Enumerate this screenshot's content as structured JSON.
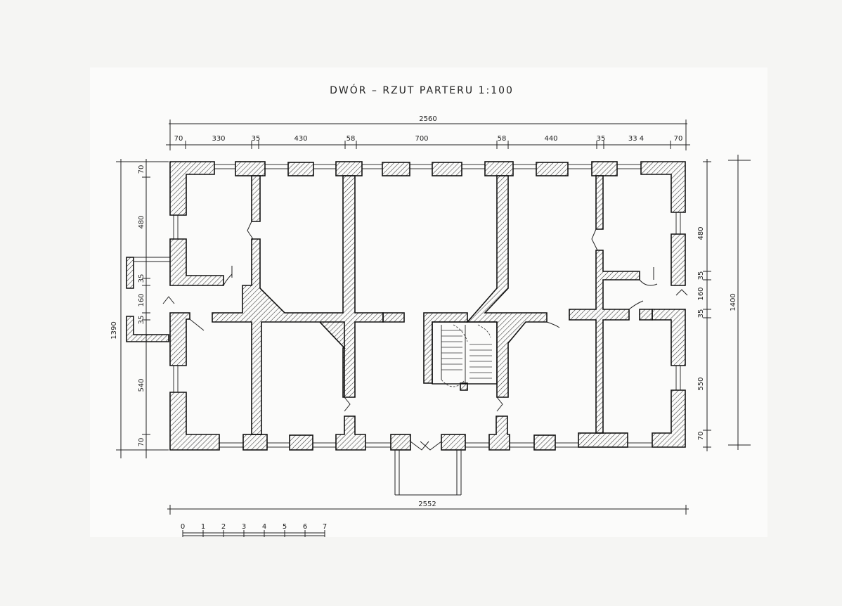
{
  "title": "DWÓR – RZUT PARTERU   1:100",
  "dims_top_total": "2560",
  "dims_top": [
    "70",
    "330",
    "35",
    "430",
    "58",
    "700",
    "58",
    "440",
    "35",
    "33 4",
    "70"
  ],
  "dims_bottom_total": "2552",
  "dims_left_total": "1390",
  "dims_left": [
    "70",
    "480",
    "35",
    "160",
    "35",
    "540",
    "70"
  ],
  "dims_right_total": "1400",
  "dims_right": [
    "480",
    "35",
    "160",
    "35",
    "550",
    "70"
  ],
  "scale_labels": [
    "0",
    "1",
    "2",
    "3",
    "4",
    "5",
    "6",
    "7"
  ]
}
